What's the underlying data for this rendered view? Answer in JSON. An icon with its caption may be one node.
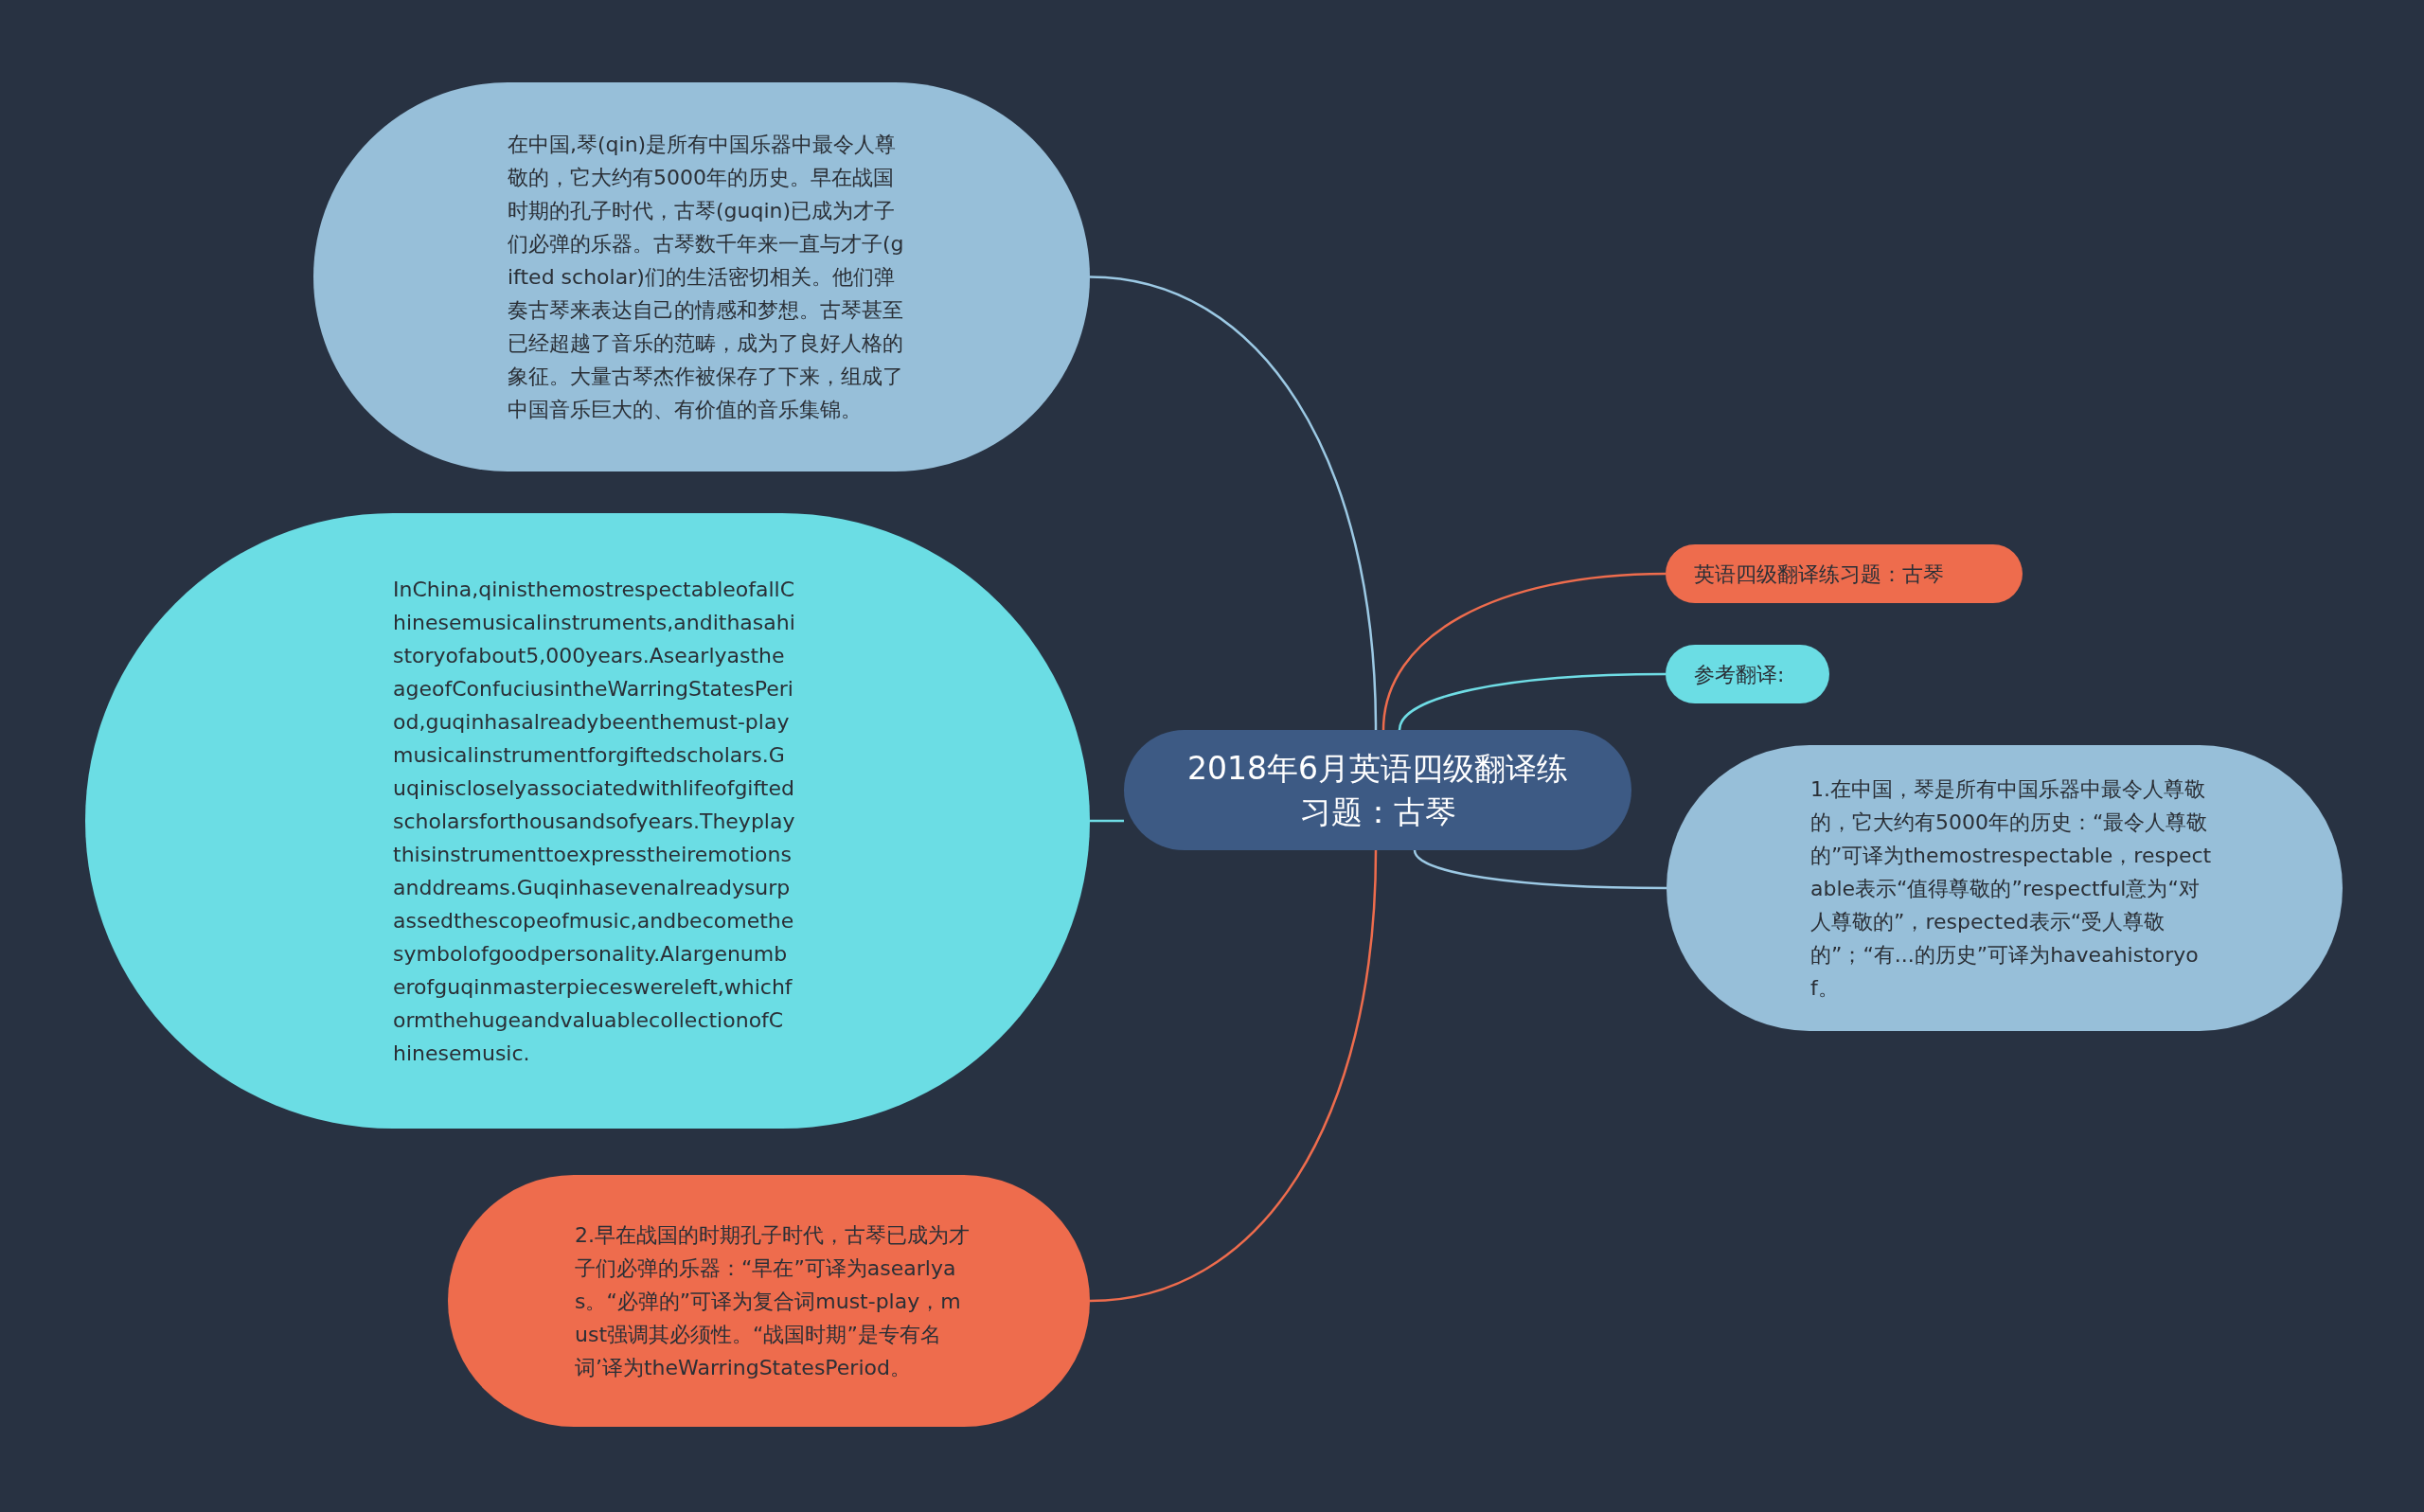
{
  "diagram": {
    "nodes": [
      {
        "text": [
          "2018年6月英语四级翻译练习题：古琴"
        ]
      },
      {
        "text": [
          "在中国,琴(qin)是所有中国乐器中最令人尊敬的，它大约有5000年的历史。早在战国时期的孔子时代，古琴(guqin)已成为才子们必弹的乐器。古琴数千年来一直与才子(gifted scholar)们的生活密切相关。他们弹奏古琴来表达自己的情感和梦想。古琴甚至已经超越了音乐的范畴，成为了良好人格的象征。大量古琴杰作被保存了下来，组成了中国音乐巨大的、有价值的音乐集锦。"
        ]
      },
      {
        "text": [
          "英语四级翻译练习题：古琴"
        ]
      },
      {
        "text": [
          "参考翻译:"
        ]
      },
      {
        "text": [
          "1.在中国，琴是所有中国乐器中最令人尊敬的，它大约有5000年的历史：“最令人尊敬的”可译为themostrespectable，respectable表示“值得尊敬的”respectful意为“对人尊敬的”，respected表示“受人尊敬的”；“有...的历史”可译为haveahistoryof。"
        ]
      },
      {
        "text": [
          "InChina,qinisthemostrespectableofallChinesemusicalinstruments,andithasahistoryofabout5,000years.AsearlyastheageofConfuciusintheWarringStatesPeriod,guqinhasalreadybeenthemust-playmusicalinstrumentforgiftedscholars.Guqiniscloselyassociatedwithlifeofgiftedscholarsforthousandsofyears.Theyplaythisinstrumenttoexpresstheiremotionsanddreams.Guqinhasevenalreadysurpassedthescopeofmusic,andbecomethesymbolofgoodpersonality.Alargenumberofguqinmasterpieceswereleft,whichformthehugeandvaluablecollectionofChinesemusic."
        ]
      },
      {
        "text": [
          "2.早在战国的时期孔子时代，古琴已成为才子们必弹的乐器：“早在”可译为asearlyas。“必弹的”可译为复合词must-play，must强调其必须性。“战国时期”是专有名词’译为theWarringStatesPeriod。"
        ]
      }
    ],
    "edges": [
      {
        "from": 0,
        "to": 1,
        "arrow": "none",
        "color": "#9cc9e4"
      },
      {
        "from": 0,
        "to": 2,
        "arrow": "none",
        "color": "#ee6c4d"
      },
      {
        "from": 0,
        "to": 3,
        "arrow": "none",
        "color": "#6fdde5"
      },
      {
        "from": 0,
        "to": 4,
        "arrow": "none",
        "color": "#9cc9e4"
      },
      {
        "from": 0,
        "to": 5,
        "arrow": "none",
        "color": "#6fdde5"
      },
      {
        "from": 0,
        "to": 6,
        "arrow": "none",
        "color": "#ee6c4d"
      }
    ]
  }
}
